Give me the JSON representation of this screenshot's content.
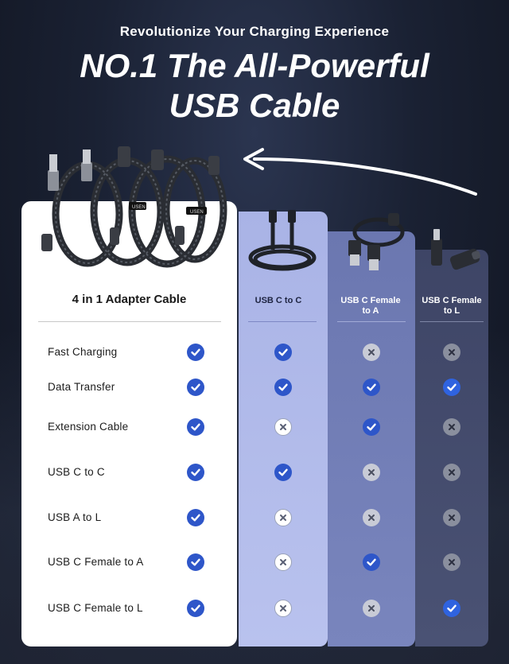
{
  "header": {
    "subtitle": "Revolutionize Your Charging Experience",
    "headline_line1": "NO.1 The All-Powerful",
    "headline_line2": "USB Cable"
  },
  "columns": [
    {
      "label": "4 in 1 Adapter Cable"
    },
    {
      "label": "USB C to C"
    },
    {
      "label_line1": "USB C Female",
      "label_line2": "to A"
    },
    {
      "label_line1": "USB C Female",
      "label_line2": "to L"
    }
  ],
  "brand_logo_text": "USEN",
  "features": [
    {
      "label": "Fast Charging",
      "values": [
        true,
        true,
        false,
        false
      ]
    },
    {
      "label": "Data Transfer",
      "values": [
        true,
        true,
        true,
        true
      ]
    },
    {
      "label": "Extension Cable",
      "values": [
        true,
        false,
        true,
        false
      ]
    },
    {
      "label": "USB C to C",
      "values": [
        true,
        true,
        false,
        false
      ]
    },
    {
      "label": "USB A to L",
      "values": [
        true,
        false,
        false,
        false
      ]
    },
    {
      "label": "USB C Female to A",
      "values": [
        true,
        false,
        true,
        false
      ]
    },
    {
      "label": "USB C Female to L",
      "values": [
        true,
        false,
        false,
        true
      ]
    }
  ],
  "colors": {
    "check": "#2e56c9",
    "column_b": "#b3bdea",
    "column_c": "#727eb7",
    "column_d": "#444b6c"
  },
  "icons": {
    "yes": "check-circle-icon",
    "no": "x-circle-icon",
    "arrow": "curved-arrow-icon"
  }
}
